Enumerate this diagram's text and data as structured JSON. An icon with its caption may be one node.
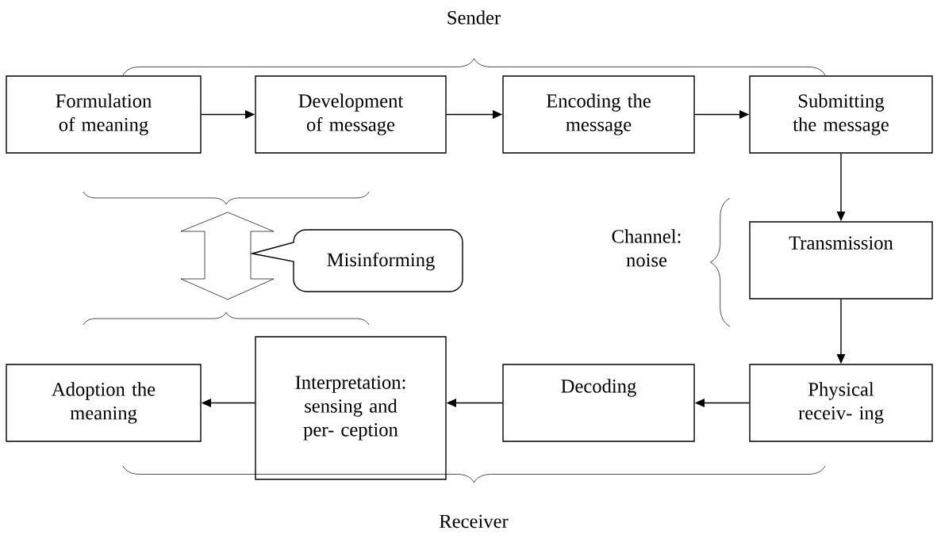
{
  "diagram": {
    "nodes": [
      {
        "text": [
          "Formulation of meaning"
        ]
      },
      {
        "text": [
          "Development of message"
        ]
      },
      {
        "text": [
          "Encoding the message"
        ]
      },
      {
        "text": [
          "Submitting the message"
        ]
      },
      {
        "text": [
          "Transmission"
        ]
      },
      {
        "text": [
          "Physical receiv- ing"
        ]
      },
      {
        "text": [
          "Decoding"
        ]
      },
      {
        "text": [
          "Interpretation: sensing and per- ception"
        ]
      },
      {
        "text": [
          "Adoption the meaning"
        ]
      },
      {
        "text": [
          "Misinforming"
        ]
      }
    ],
    "edges": [
      {
        "from": 0,
        "to": 1,
        "arrow": "to"
      },
      {
        "from": 1,
        "to": 2,
        "arrow": "to"
      },
      {
        "from": 2,
        "to": 3,
        "arrow": "to"
      },
      {
        "from": 3,
        "to": 4,
        "arrow": "to"
      },
      {
        "from": 4,
        "to": 5,
        "arrow": "to"
      },
      {
        "from": 5,
        "to": 6,
        "arrow": "to"
      },
      {
        "from": 6,
        "to": 7,
        "arrow": "to"
      },
      {
        "from": 7,
        "to": 8,
        "arrow": "to"
      }
    ],
    "labels": [
      "Sender",
      "Channel: noise",
      "Receiver"
    ]
  }
}
